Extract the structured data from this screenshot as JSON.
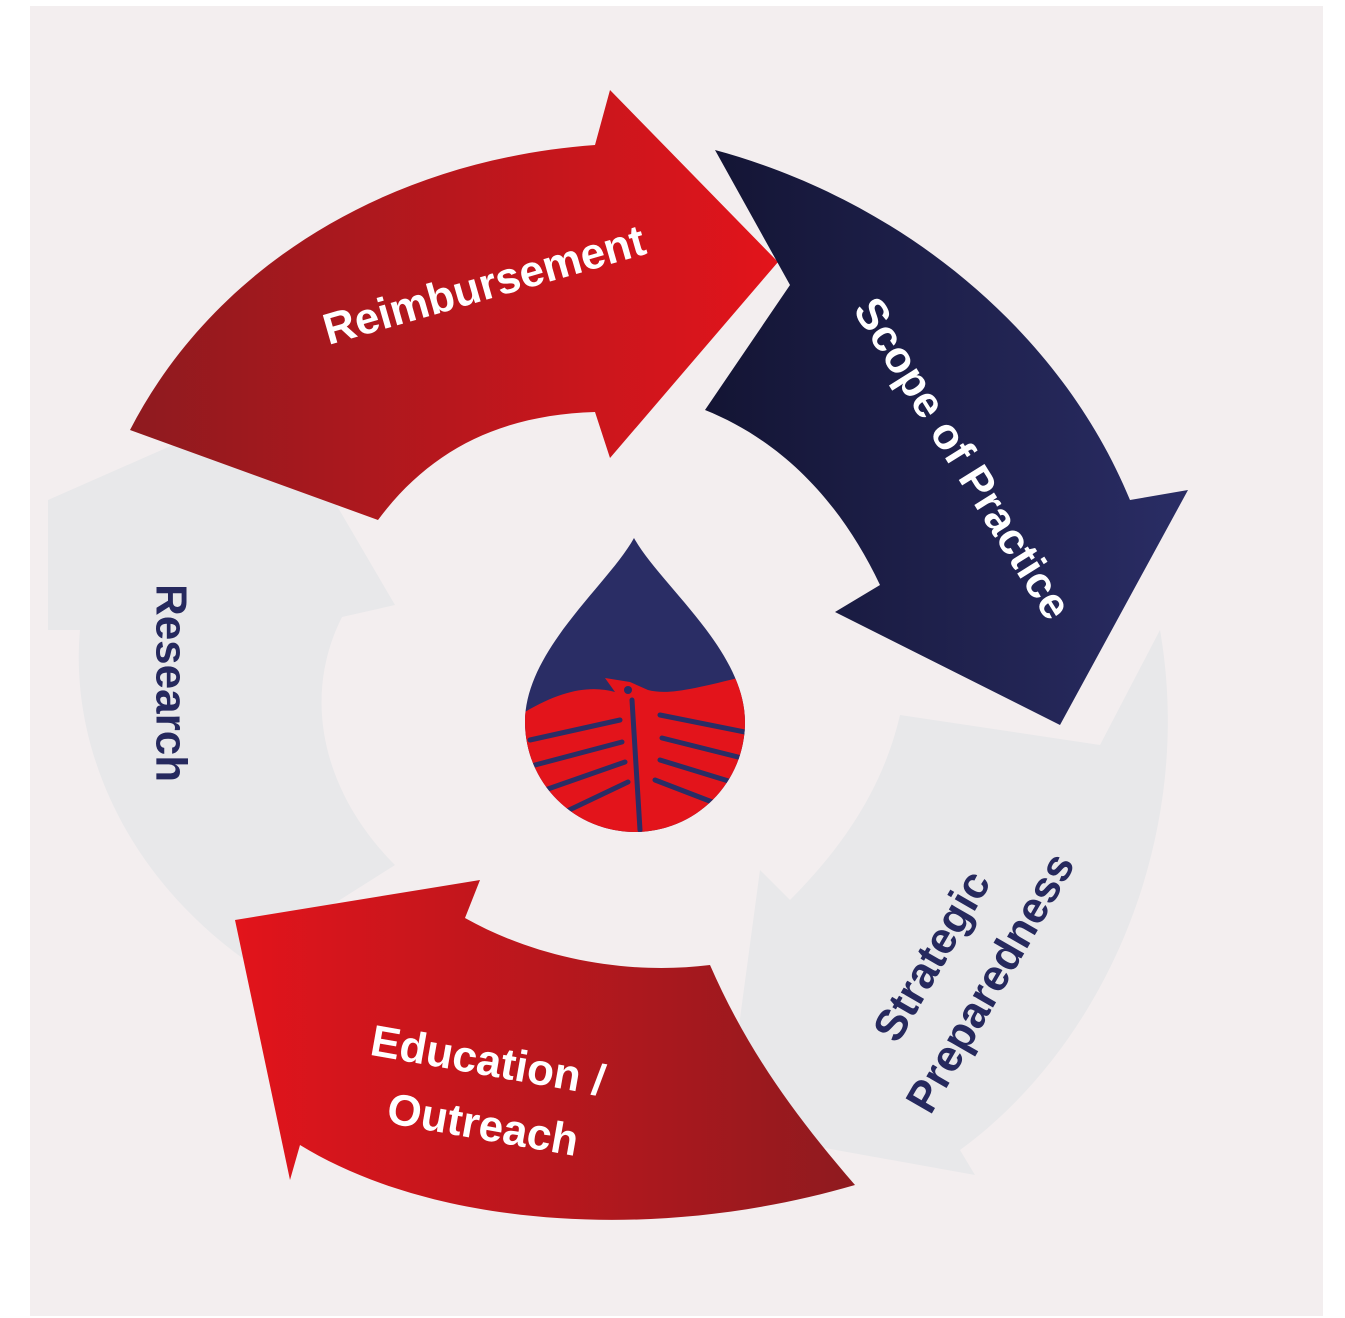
{
  "diagram": {
    "type": "cycle",
    "background": "#F3EEEF",
    "segments": [
      {
        "id": "reimbursement",
        "label": "Reimbursement",
        "fill": "red-gradient",
        "text_color": "#FFFFFF"
      },
      {
        "id": "scope",
        "label": "Scope of Practice",
        "fill": "navy-gradient",
        "text_color": "#FFFFFF"
      },
      {
        "id": "strategic",
        "lines": [
          "Strategic",
          "Preparedness"
        ],
        "fill": "#E8E8EA",
        "text_color": "#26295E"
      },
      {
        "id": "education",
        "lines": [
          "Education /",
          "Outreach"
        ],
        "fill": "red-gradient",
        "text_color": "#FFFFFF"
      },
      {
        "id": "research",
        "label": "Research",
        "fill": "#E8E8EA",
        "text_color": "#26295E"
      }
    ],
    "colors": {
      "red_light": "#E3141B",
      "red_dark": "#8E1A1F",
      "navy_light": "#2A2D65",
      "navy_dark": "#131433",
      "light_arrow": "#E8E8EA"
    },
    "center_icon": "blood-drop-eagle-logo"
  }
}
